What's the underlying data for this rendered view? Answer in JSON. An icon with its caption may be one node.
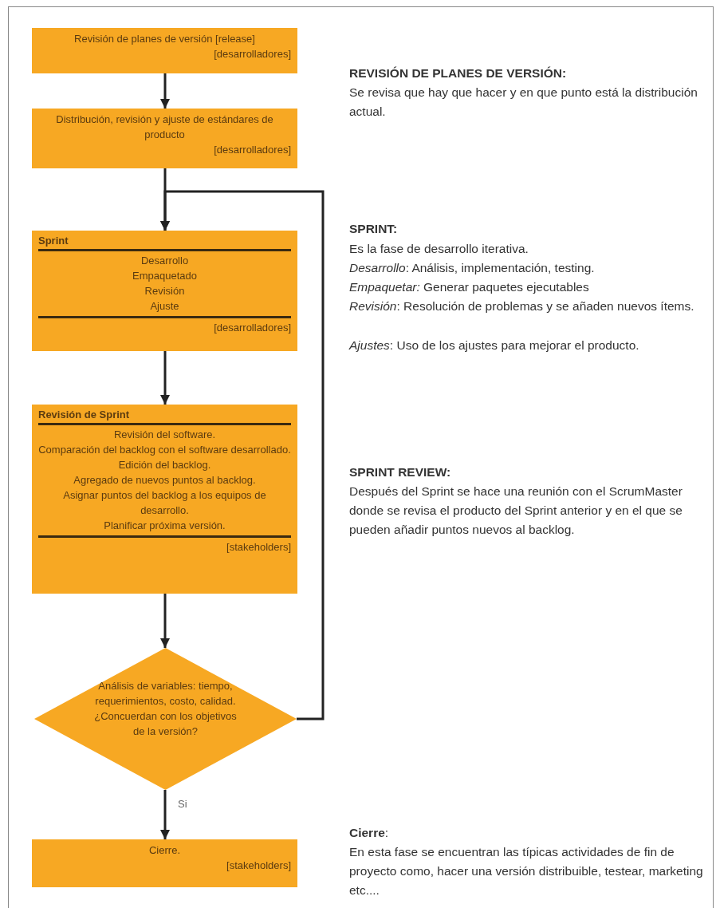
{
  "diagram": {
    "nodes": [
      {
        "text": [
          "Revisión de planes de versión [release]",
          "[desarrolladores]"
        ]
      },
      {
        "text": [
          "Distribución, revisión y ajuste de estándares de producto",
          "[desarrolladores]"
        ]
      },
      {
        "text": [
          "Sprint",
          "Desarrollo",
          "Empaquetado",
          "Revisión",
          "Ajuste",
          "[desarrolladores]"
        ]
      },
      {
        "text": [
          "Revisión de Sprint",
          "Revisión del software.",
          "Comparación del backlog con el software desarrollado.",
          "Edición del backlog.",
          "Agregado de nuevos puntos al backlog.",
          "Asignar puntos del backlog a los equipos de desarrollo.",
          "Planificar próxima versión.",
          "[stakeholders]"
        ]
      },
      {
        "text": [
          "Análisis de variables: tiempo, requerimientos, costo, calidad. ¿Concuerdan con los objetivos de la versión?"
        ]
      },
      {
        "text": [
          "Cierre.",
          "[stakeholders]"
        ]
      }
    ],
    "edges": [
      {
        "from": 0,
        "to": 1,
        "arrow": "to"
      },
      {
        "from": 1,
        "to": 2,
        "arrow": "to"
      },
      {
        "from": 2,
        "to": 3,
        "arrow": "to"
      },
      {
        "from": 3,
        "to": 4,
        "arrow": "to"
      },
      {
        "from": 4,
        "to": 5,
        "arrow": "to",
        "label": "Si"
      },
      {
        "from": 4,
        "to": 2,
        "arrow": "to"
      }
    ],
    "labels": [
      "**REVISIÓN DE PLANES DE VERSIÓN**:",
      "Se revisa que hay que hacer y en que punto está la distribución actual.",
      "SPRINT:",
      "Es la fase de desarrollo iterativa.",
      "*Desarrollo*: Análisis, implementación, testing.",
      "*Empaquetar:* Generar paquetes ejecutables",
      "*Revisión*: Resolución de problemas y se añaden nuevos ítems.",
      "*Ajustes*: Uso de los ajustes para mejorar el producto.",
      "SPRINT REVIEW:",
      "Después del Sprint se hace una reunión con el ScrumMaster donde se revisa el producto del Sprint anterior y en el que se pueden añadir puntos nuevos al backlog.",
      "**Cierre**:",
      "En esta fase se encuentran las típicas actividades de fin de proyecto como, hacer una versión distribuible, testear, marketing etc...."
    ]
  }
}
